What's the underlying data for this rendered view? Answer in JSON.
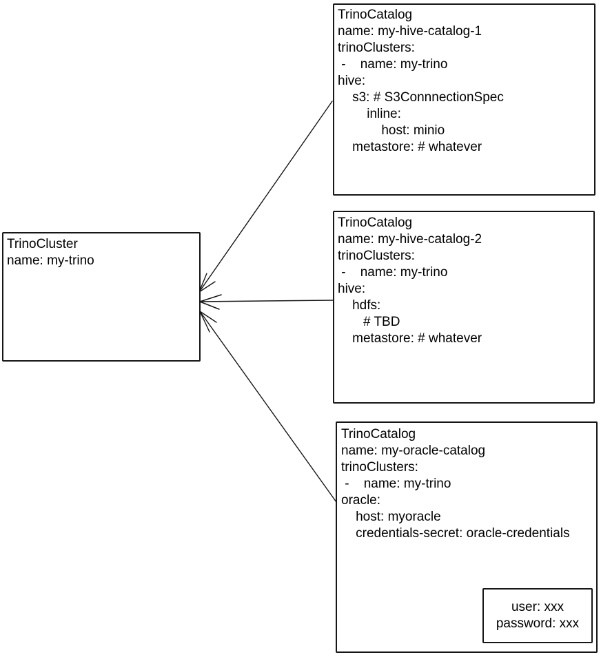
{
  "diagram": {
    "cluster_box": {
      "lines": [
        "TrinoCluster",
        "name: my-trino"
      ]
    },
    "catalog_boxes": [
      {
        "lines": [
          "TrinoCatalog",
          "name: my-hive-catalog-1",
          "trinoClusters:",
          " -    name: my-trino",
          "hive:",
          "    s3: # S3ConnnectionSpec",
          "        inline:",
          "            host: minio",
          "    metastore: # whatever"
        ]
      },
      {
        "lines": [
          "TrinoCatalog",
          "name: my-hive-catalog-2",
          "trinoClusters:",
          " -    name: my-trino",
          "hive:",
          "    hdfs:",
          "       # TBD",
          "    metastore: # whatever"
        ]
      },
      {
        "lines": [
          "TrinoCatalog",
          "name: my-oracle-catalog",
          "trinoClusters:",
          " -    name: my-trino",
          "oracle:",
          "    host: myoracle",
          "    credentials-secret: oracle-credentials"
        ]
      }
    ],
    "secret_box": {
      "lines": [
        "user: xxx",
        "password: xxx"
      ]
    },
    "colors": {
      "stroke": "#161616",
      "background": "#ffffff",
      "text": "#000000"
    }
  }
}
